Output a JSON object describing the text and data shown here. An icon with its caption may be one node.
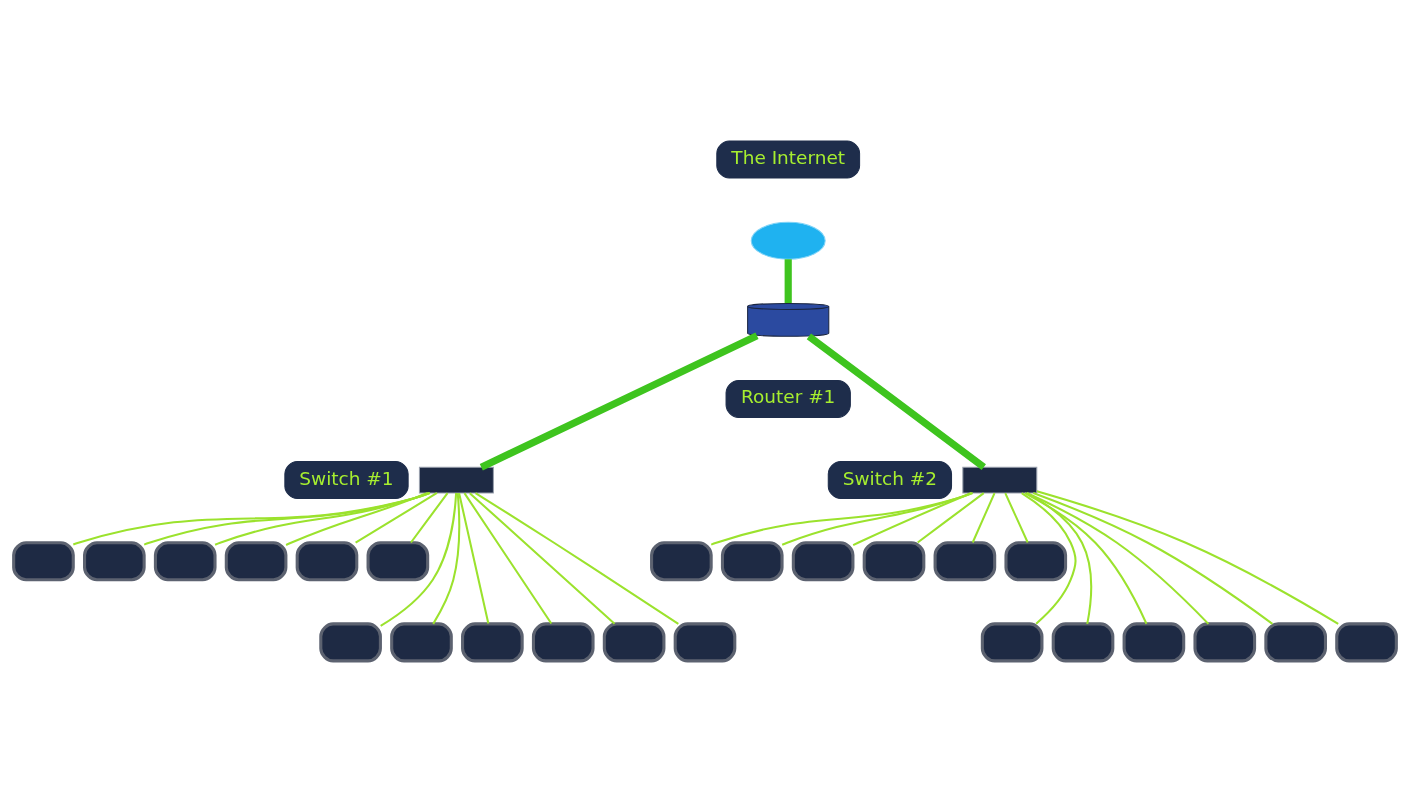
{
  "diagram": {
    "nodes": [
      {
        "text": [
          "The Internet"
        ]
      },
      {
        "text": [],
        "shape": "cloud"
      },
      {
        "text": [],
        "shape": "cylinder"
      },
      {
        "text": [
          "Router #1"
        ]
      },
      {
        "text": [
          "Switch #1"
        ]
      },
      {
        "text": [],
        "shape": "box"
      },
      {
        "text": [
          "Switch #2"
        ]
      },
      {
        "text": [],
        "shape": "box"
      },
      {
        "text": [],
        "shape": "box"
      },
      {
        "text": [],
        "shape": "box"
      },
      {
        "text": [],
        "shape": "box"
      },
      {
        "text": [],
        "shape": "box"
      },
      {
        "text": [],
        "shape": "box"
      },
      {
        "text": [],
        "shape": "box"
      },
      {
        "text": [],
        "shape": "box"
      },
      {
        "text": [],
        "shape": "box"
      },
      {
        "text": [],
        "shape": "box"
      },
      {
        "text": [],
        "shape": "box"
      },
      {
        "text": [],
        "shape": "box"
      },
      {
        "text": [],
        "shape": "box"
      },
      {
        "text": [],
        "shape": "box"
      },
      {
        "text": [],
        "shape": "box"
      },
      {
        "text": [],
        "shape": "box"
      },
      {
        "text": [],
        "shape": "box"
      },
      {
        "text": [],
        "shape": "box"
      },
      {
        "text": [],
        "shape": "box"
      },
      {
        "text": [],
        "shape": "box"
      },
      {
        "text": [],
        "shape": "box"
      },
      {
        "text": [],
        "shape": "box"
      },
      {
        "text": [],
        "shape": "box"
      },
      {
        "text": [],
        "shape": "box"
      },
      {
        "text": [],
        "shape": "box"
      }
    ],
    "edges": [
      {
        "from": 1,
        "to": 2,
        "arrow": "none",
        "style": "thick",
        "color": "#3ec41e"
      },
      {
        "from": 2,
        "to": 5,
        "arrow": "none",
        "style": "thick",
        "color": "#3ec41e"
      },
      {
        "from": 2,
        "to": 7,
        "arrow": "none",
        "style": "thick",
        "color": "#3ec41e"
      },
      {
        "from": 5,
        "to": 8,
        "arrow": "none"
      },
      {
        "from": 5,
        "to": 9,
        "arrow": "none"
      },
      {
        "from": 5,
        "to": 10,
        "arrow": "none"
      },
      {
        "from": 5,
        "to": 11,
        "arrow": "none"
      },
      {
        "from": 5,
        "to": 12,
        "arrow": "none"
      },
      {
        "from": 5,
        "to": 13,
        "arrow": "none"
      },
      {
        "from": 5,
        "to": 14,
        "arrow": "none"
      },
      {
        "from": 5,
        "to": 15,
        "arrow": "none"
      },
      {
        "from": 5,
        "to": 16,
        "arrow": "none"
      },
      {
        "from": 5,
        "to": 17,
        "arrow": "none"
      },
      {
        "from": 5,
        "to": 18,
        "arrow": "none"
      },
      {
        "from": 5,
        "to": 19,
        "arrow": "none"
      },
      {
        "from": 7,
        "to": 20,
        "arrow": "none"
      },
      {
        "from": 7,
        "to": 21,
        "arrow": "none"
      },
      {
        "from": 7,
        "to": 22,
        "arrow": "none"
      },
      {
        "from": 7,
        "to": 23,
        "arrow": "none"
      },
      {
        "from": 7,
        "to": 24,
        "arrow": "none"
      },
      {
        "from": 7,
        "to": 25,
        "arrow": "none"
      },
      {
        "from": 7,
        "to": 26,
        "arrow": "none"
      },
      {
        "from": 7,
        "to": 27,
        "arrow": "none"
      },
      {
        "from": 7,
        "to": 28,
        "arrow": "none"
      },
      {
        "from": 7,
        "to": 29,
        "arrow": "none"
      },
      {
        "from": 7,
        "to": 30,
        "arrow": "none"
      },
      {
        "from": 7,
        "to": 31,
        "arrow": "none"
      }
    ]
  }
}
